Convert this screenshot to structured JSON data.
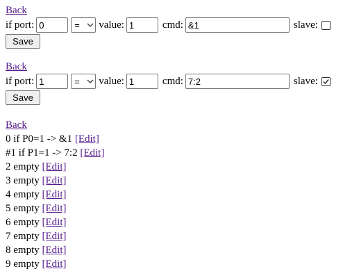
{
  "forms": [
    {
      "back_label": "Back",
      "port_label": "if port:",
      "port_value": "0",
      "operator": "=",
      "value_label": "value:",
      "value_value": "1",
      "cmd_label": "cmd:",
      "cmd_value": "&1",
      "slave_label": "slave:",
      "slave_checked": false,
      "save_label": "Save"
    },
    {
      "back_label": "Back",
      "port_label": "if port:",
      "port_value": "1",
      "operator": "=",
      "value_label": "value:",
      "value_value": "1",
      "cmd_label": "cmd:",
      "cmd_value": "7:2",
      "slave_label": "slave:",
      "slave_checked": true,
      "save_label": "Save"
    }
  ],
  "list": {
    "back_label": "Back",
    "edit_label": "[Edit]",
    "entries": [
      "0 if P0=1 -> &1",
      "#1 if P1=1 -> 7:2",
      "2 empty",
      "3 empty",
      "4 empty",
      "5 empty",
      "6 empty",
      "7 empty",
      "8 empty",
      "9 empty"
    ]
  },
  "colors": {
    "link": "#551a8b",
    "button_bg": "#efefef",
    "border": "#767676"
  }
}
